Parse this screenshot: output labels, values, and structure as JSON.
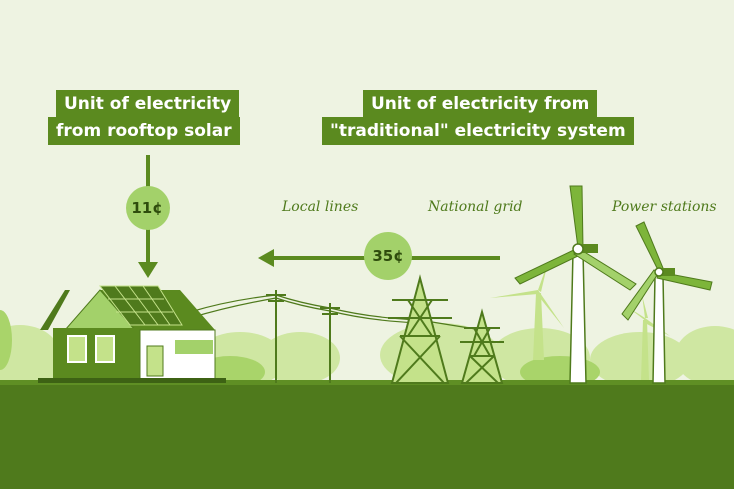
{
  "solar": {
    "title_line1": "Unit of electricity",
    "title_line2": "from rooftop solar",
    "price": "11¢"
  },
  "grid": {
    "title_line1": "Unit of electricity from",
    "title_line2": "\"traditional\" electricity system",
    "price": "35¢"
  },
  "labels": {
    "local_lines": "Local lines",
    "national_grid": "National grid",
    "power_stations": "Power stations"
  },
  "colors": {
    "background": "#eef3e2",
    "primary_green": "#5b8a1f",
    "light_green": "#c4e28a",
    "ground": "#4f7a1c",
    "label_green": "#4f7a1c",
    "price_text": "#2f4d0d"
  },
  "icons": [
    "house-icon",
    "solar-panel-icon",
    "power-pole-icon",
    "transmission-tower-icon",
    "wind-turbine-icon",
    "arrow-down-icon",
    "arrow-left-icon"
  ]
}
